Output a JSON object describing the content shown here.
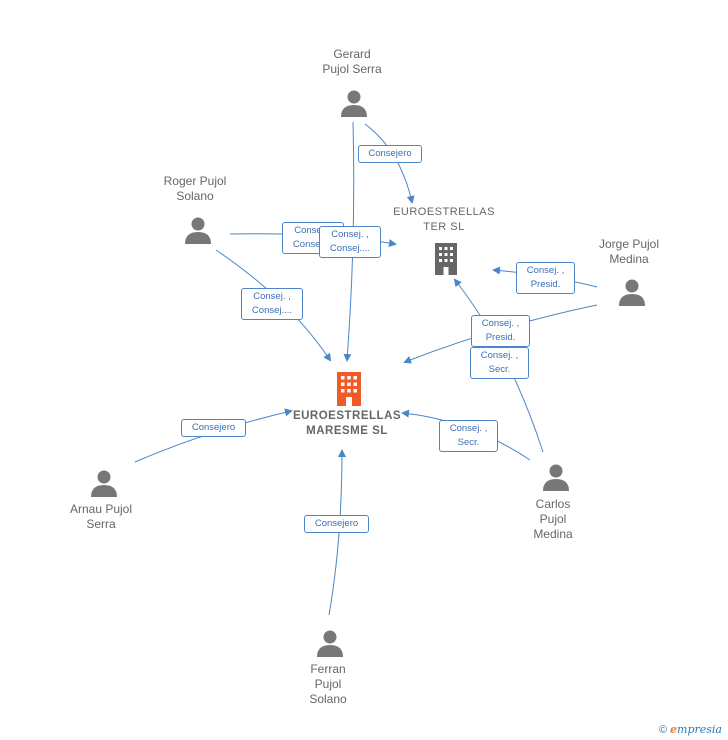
{
  "companies": {
    "main": {
      "name": "EUROESTRELLAS\nMARESME  SL",
      "color": "#f05a28"
    },
    "ter": {
      "name": "EUROESTRELLAS\nTER SL",
      "color": "#666666"
    }
  },
  "people": {
    "gerard": "Gerard\nPujol Serra",
    "roger": "Roger Pujol\nSolano",
    "jorge": "Jorge Pujol\nMedina",
    "arnau": "Arnau Pujol\nSerra",
    "carlos": "Carlos\nPujol\nMedina",
    "ferran": "Ferran\nPujol\nSolano"
  },
  "roles": {
    "gerard_ter": "Consejero",
    "roger_ter_a": "Consej. ,\nConsej....",
    "gerard_main": "Consej. ,\nConsej....",
    "roger_main": "Consej. ,\nConsej....",
    "jorge_ter": "Consej. ,\nPresid.",
    "carlos_ter": "Consej. ,\nPresid.",
    "jorge_main": "Consej. ,\nSecr.",
    "carlos_main": "Consej. ,\nSecr.",
    "arnau_main": "Consejero",
    "ferran_main": "Consejero"
  },
  "footer": {
    "copyright": "©",
    "brand_initial": "e",
    "brand_rest": "mpresia"
  },
  "colors": {
    "edge": "#4a86c8",
    "person": "#777777"
  }
}
